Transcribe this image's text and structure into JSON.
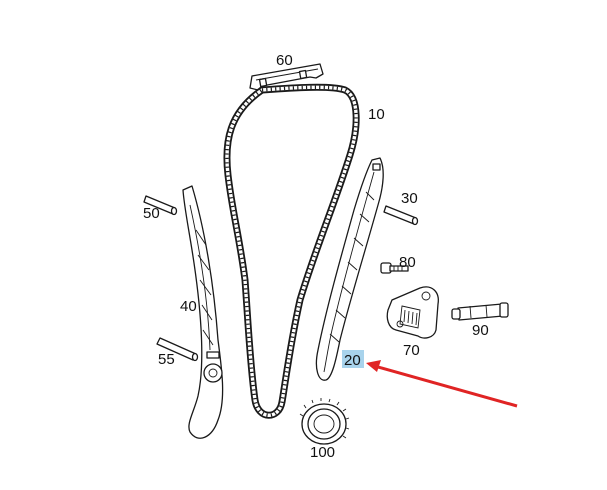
{
  "parts": [
    {
      "id": "p10",
      "label": "10",
      "name": "timing chain"
    },
    {
      "id": "p20",
      "label": "20",
      "name": "tensioning rail"
    },
    {
      "id": "p30",
      "label": "30",
      "name": "pin"
    },
    {
      "id": "p40",
      "label": "40",
      "name": "guide rail"
    },
    {
      "id": "p50",
      "label": "50",
      "name": "pin"
    },
    {
      "id": "p55",
      "label": "55",
      "name": "pin"
    },
    {
      "id": "p60",
      "label": "60",
      "name": "slide rail"
    },
    {
      "id": "p70",
      "label": "70",
      "name": "tensioner housing"
    },
    {
      "id": "p80",
      "label": "80",
      "name": "bolt"
    },
    {
      "id": "p90",
      "label": "90",
      "name": "tensioner plunger"
    },
    {
      "id": "p100",
      "label": "100",
      "name": "sprocket"
    }
  ],
  "highlight": {
    "part": "20",
    "color": "#a8d3ec"
  },
  "arrow": {
    "color": "#e02424",
    "points_to": "20"
  }
}
